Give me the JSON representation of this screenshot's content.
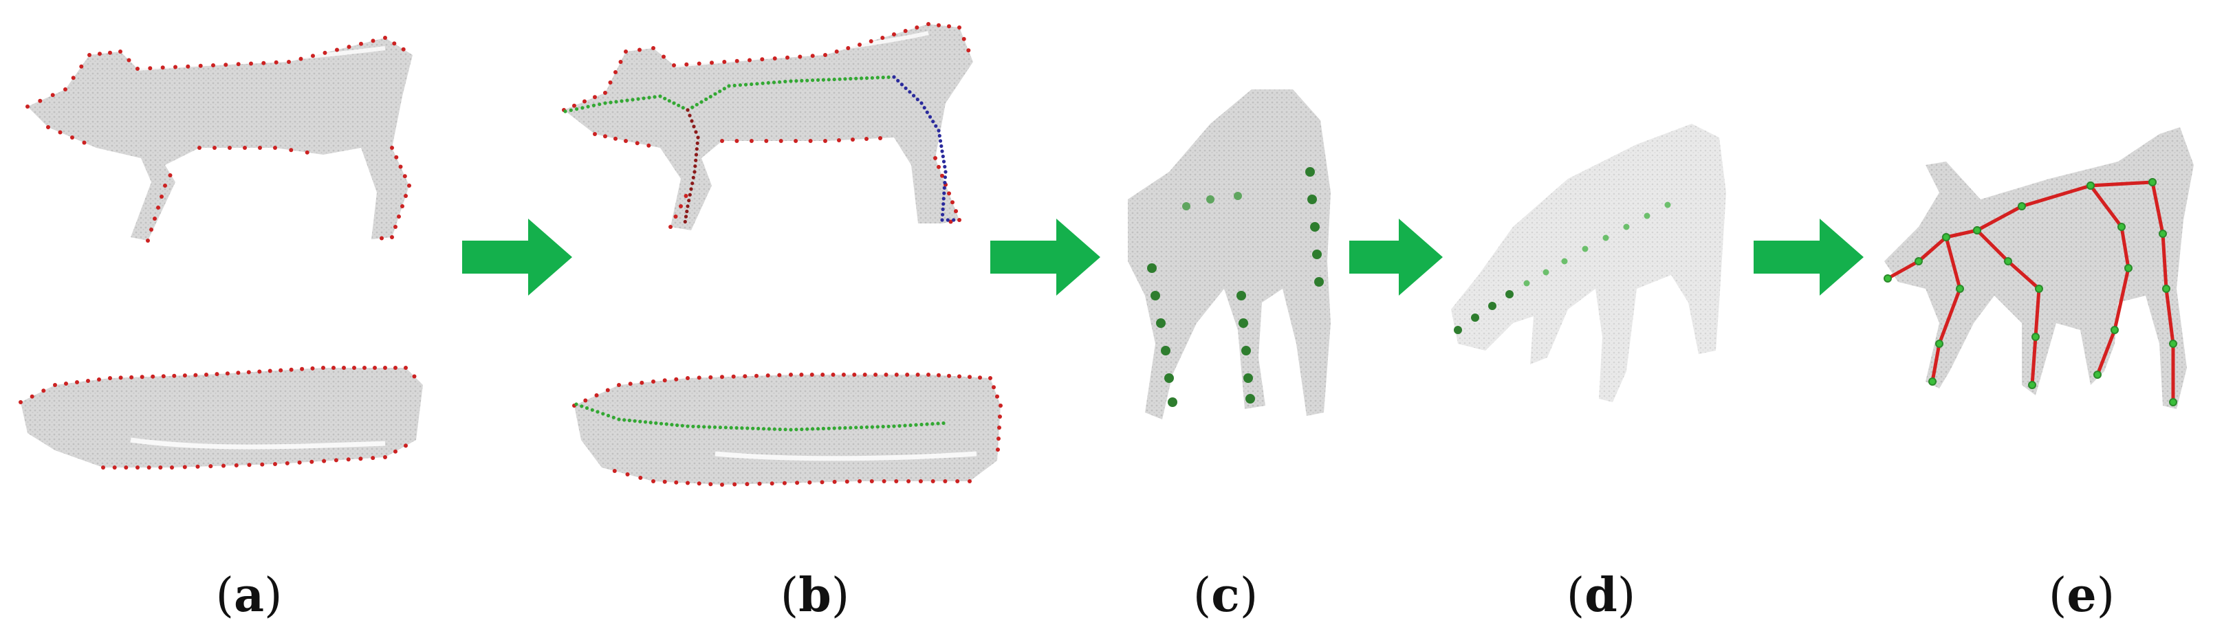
{
  "panels": [
    {
      "id": "a",
      "letter": "a"
    },
    {
      "id": "b",
      "letter": "b"
    },
    {
      "id": "c",
      "letter": "c"
    },
    {
      "id": "d",
      "letter": "d"
    },
    {
      "id": "e",
      "letter": "e"
    }
  ],
  "colors": {
    "cloud": "#cfcfcf",
    "cloud_light": "#e3e3e3",
    "contour_points": "#cc2222",
    "spine": "#33a833",
    "front_leg": "#8b1a1a",
    "hind_leg": "#2a2a9c",
    "arrow": "#14b04c",
    "joint_dark": "#2e7d2e",
    "skeleton": "#d42020"
  }
}
